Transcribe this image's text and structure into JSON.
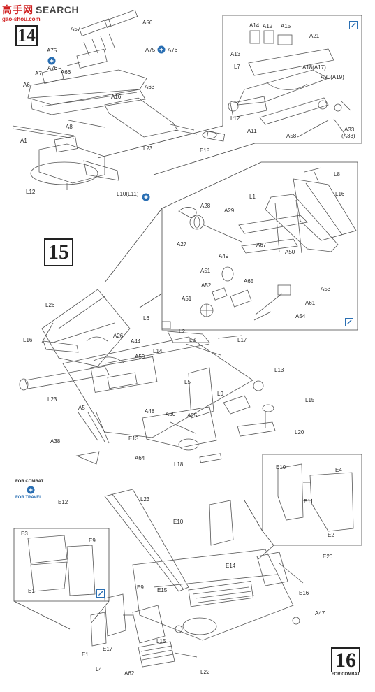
{
  "watermark": {
    "chinese": "高手网",
    "english": "SEARCH",
    "subtitle": "gao-shou.com"
  },
  "steps": [
    {
      "number": "14"
    },
    {
      "number": "15"
    },
    {
      "number": "16",
      "caption": "FOR COMBAT"
    }
  ],
  "notes": {
    "for_combat": "FOR COMBAT",
    "for_travel": "FOR TRAVEL"
  },
  "labels": {
    "a57": "A57",
    "a56": "A56",
    "a75_top": "A75",
    "a76_top": "A76",
    "a75": "A75",
    "a76": "A76",
    "a66": "A66",
    "a7": "A7",
    "a63": "A63",
    "a6": "A6",
    "a16": "A16",
    "a8": "A8",
    "a1": "A1",
    "l23_s14": "L23",
    "e18": "E18",
    "l12_main": "L12",
    "l10": "L10(L11)",
    "a14": "A14",
    "a12": "A12",
    "a15": "A15",
    "a21": "A21",
    "a13": "A13",
    "l7": "L7",
    "a18": "A18(A17)",
    "a20": "A20(A19)",
    "l12_inset": "L12",
    "a11": "A11",
    "a58": "A58",
    "a33": "A33",
    "a33b": "(A33)",
    "l8": "L8",
    "l1": "L1",
    "l16_inset": "L16",
    "a28": "A28",
    "a29": "A29",
    "a67": "A67",
    "a27": "A27",
    "a49": "A49",
    "a50": "A50",
    "a51": "A51",
    "a65": "A65",
    "a52": "A52",
    "a53": "A53",
    "a51b": "A51",
    "a61": "A61",
    "a54": "A54",
    "l26": "L26",
    "l6": "L6",
    "l2": "L2",
    "l16": "L16",
    "a26": "A26",
    "a44": "A44",
    "l3": "L3",
    "l17": "L17",
    "l14": "L14",
    "a59": "A59",
    "l13": "L13",
    "l5": "L5",
    "l9": "L9",
    "l15": "L15",
    "l23_s15": "L23",
    "a5": "A5",
    "a48": "A48",
    "a60": "A60",
    "a25": "A25",
    "l20": "L20",
    "e13": "E13",
    "a38": "A38",
    "a64": "A64",
    "l18": "L18",
    "e10_inset": "E10",
    "e4": "E4",
    "e11": "E11",
    "e2": "E2",
    "e12": "E12",
    "l23_s16": "L23",
    "e10": "E10",
    "e3": "E3",
    "e9_inset": "E9",
    "e1_inset": "E1",
    "e14": "E14",
    "e20": "E20",
    "e16": "E16",
    "e9": "E9",
    "e15": "E15",
    "a47": "A47",
    "l15_s16": "L15",
    "e1": "E1",
    "e17": "E17",
    "l4": "L4",
    "a62": "A62",
    "l22": "L22"
  },
  "colors": {
    "ink": "#222222",
    "blue": "#2a6fb3",
    "watermark_red": "#d02020"
  }
}
